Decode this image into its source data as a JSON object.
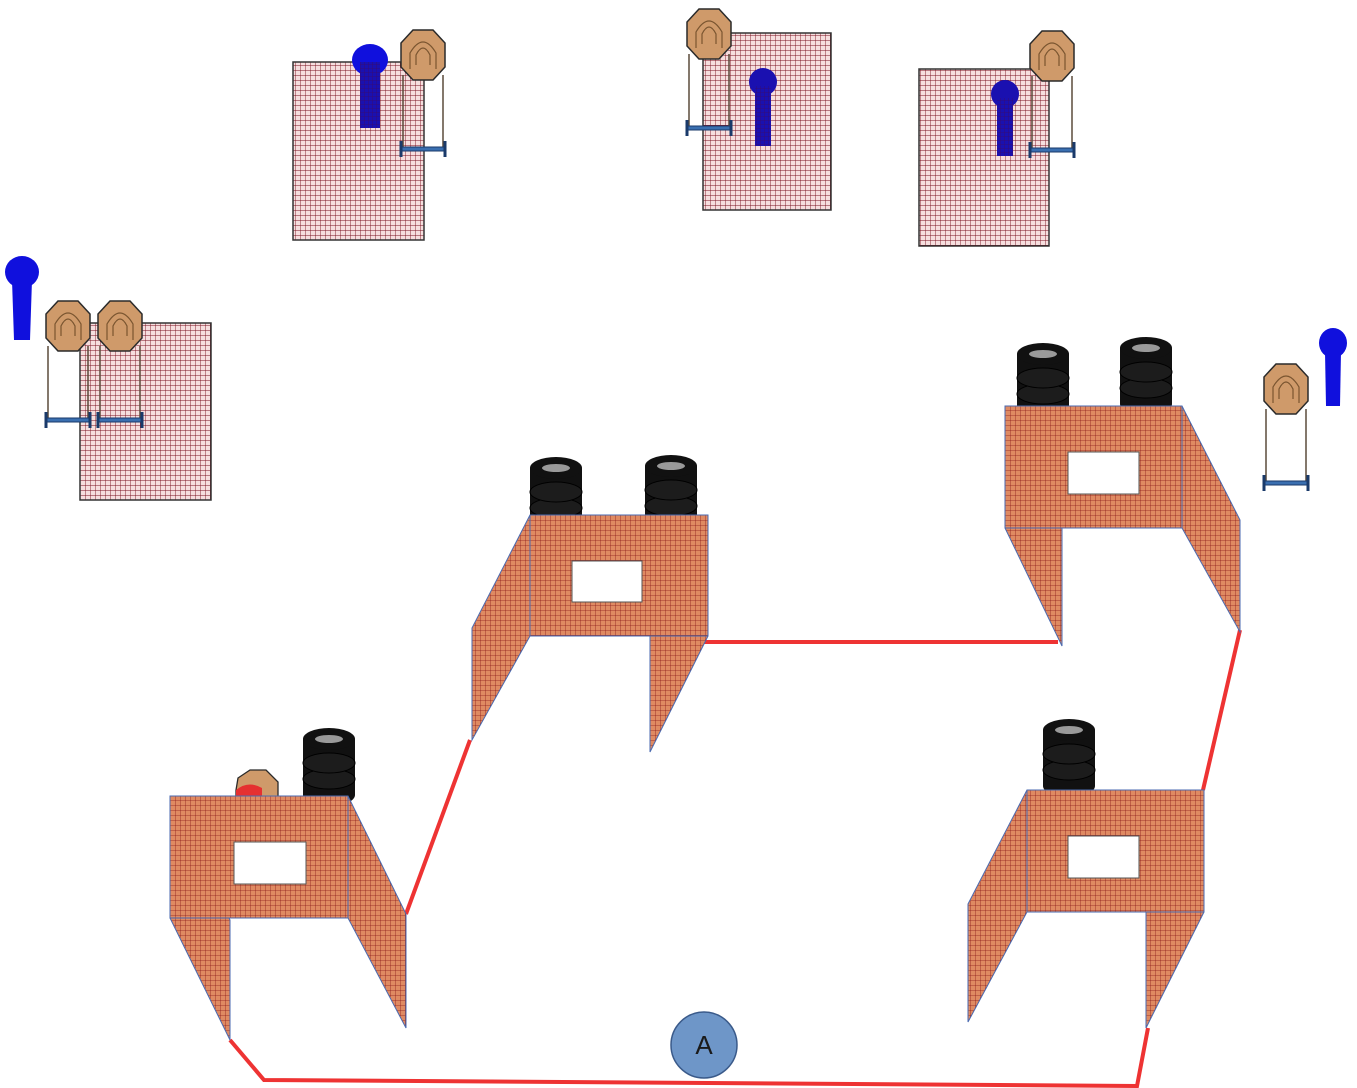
{
  "diagram": {
    "start_position": {
      "label": "A"
    },
    "colors": {
      "fault_line": "#ee3333",
      "barricade_fill": "#d9805a",
      "barricade_grid": "#8b1a1a",
      "no_shoot_panel_fill": "#f3dada",
      "no_shoot_panel_grid": "#7a1020",
      "steel_target": "#cf9a6a",
      "popper": "#1010dd",
      "tire": "#111111",
      "start_marker": "#6e96c8"
    },
    "element_types": [
      "steel-plate-target",
      "popper-target",
      "no-shoot-panel",
      "barricade",
      "tire-stack",
      "fault-line",
      "start-position"
    ]
  }
}
